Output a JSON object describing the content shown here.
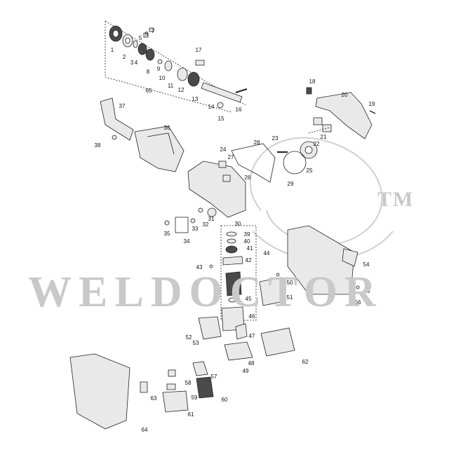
{
  "watermark": {
    "text": "WELDOCTOR",
    "tm": "TM"
  },
  "colors": {
    "line": "#222222",
    "part_fill": "#e9e9e9",
    "part_dark": "#4a4a4a",
    "watermark": "#c9c9c9"
  },
  "callouts": [
    "1",
    "2",
    "3",
    "4",
    "5",
    "6",
    "7",
    "8",
    "9",
    "10",
    "11",
    "12",
    "13",
    "14",
    "15",
    "16",
    "17",
    "18",
    "19",
    "20",
    "21",
    "22",
    "23",
    "24",
    "25",
    "26",
    "27",
    "28",
    "29",
    "30",
    "31",
    "32",
    "33",
    "34",
    "35",
    "36",
    "37",
    "38",
    "39",
    "40",
    "41",
    "42",
    "43",
    "44",
    "45",
    "46",
    "47",
    "48",
    "49",
    "50",
    "51",
    "52",
    "53",
    "54",
    "55",
    "56",
    "57",
    "58",
    "59",
    "60",
    "61",
    "62",
    "63",
    "64",
    "65"
  ]
}
